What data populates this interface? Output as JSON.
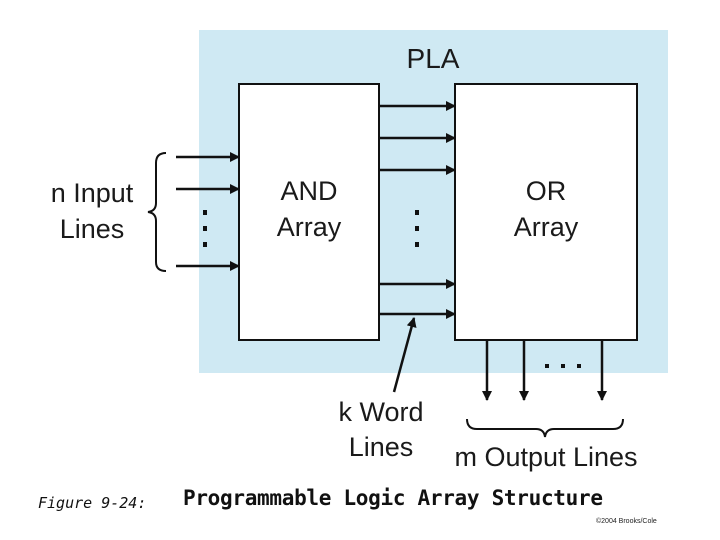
{
  "diagram": {
    "title": "PLA",
    "and_array": {
      "line1": "AND",
      "line2": "Array"
    },
    "or_array": {
      "line1": "OR",
      "line2": "Array"
    },
    "input_label": {
      "line1": "n Input",
      "line2": "Lines"
    },
    "word_label": {
      "line1": "k Word",
      "line2": "Lines"
    },
    "output_label": "m Output Lines",
    "colors": {
      "background_panel": "#cfe9f3",
      "box_fill": "#ffffff",
      "stroke": "#111111",
      "text": "#1a1a1a"
    }
  },
  "caption": {
    "figure_label": "Figure 9-24:",
    "title": "Programmable Logic Array Structure",
    "copyright": "©2004 Brooks/Cole"
  }
}
